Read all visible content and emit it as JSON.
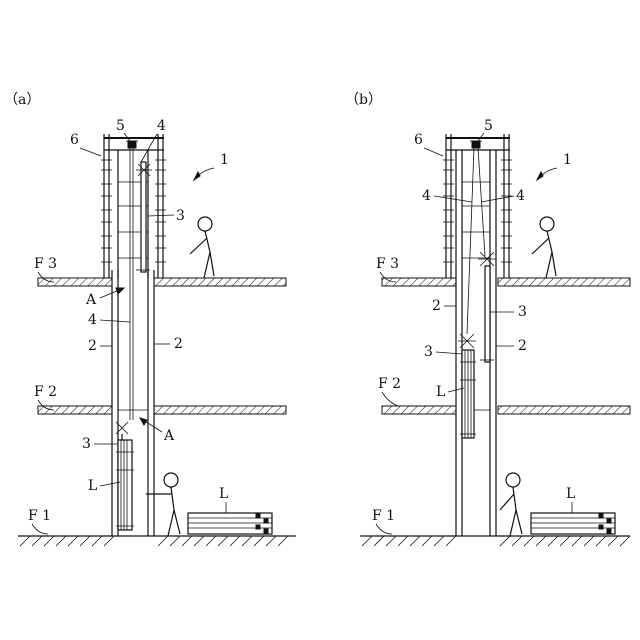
{
  "panels": [
    {
      "label": "（a）",
      "ref": {
        "system": "1",
        "shaft": "2",
        "carriage": "3",
        "wire": "4",
        "hoist": "5",
        "scaffold": "6",
        "load": "L",
        "section_mark": "A"
      },
      "floors": {
        "f1": "F 1",
        "f2": "F 2",
        "f3": "F 3"
      }
    },
    {
      "label": "（b）",
      "ref": {
        "system": "1",
        "shaft": "2",
        "carriage": "3",
        "wire": "4",
        "hoist": "5",
        "scaffold": "6",
        "load": "L"
      },
      "floors": {
        "f1": "F 1",
        "f2": "F 2",
        "f3": "F 3"
      }
    }
  ]
}
